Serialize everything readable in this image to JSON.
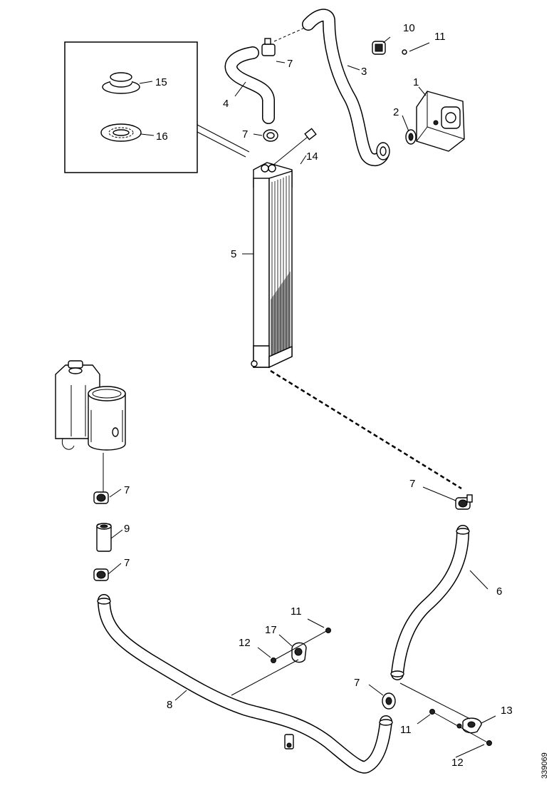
{
  "diagram": {
    "callouts": {
      "c1": "1",
      "c2": "2",
      "c3": "3",
      "c4": "4",
      "c5": "5",
      "c6": "6",
      "c7a": "7",
      "c7b": "7",
      "c7c": "7",
      "c7d": "7",
      "c7e": "7",
      "c7f": "7",
      "c8": "8",
      "c9": "9",
      "c10": "10",
      "c11a": "11",
      "c11b": "11",
      "c11c": "11",
      "c12a": "12",
      "c12b": "12",
      "c13": "13",
      "c14": "14",
      "c15": "15",
      "c16": "16",
      "c17": "17"
    },
    "reference_number": "339069"
  }
}
